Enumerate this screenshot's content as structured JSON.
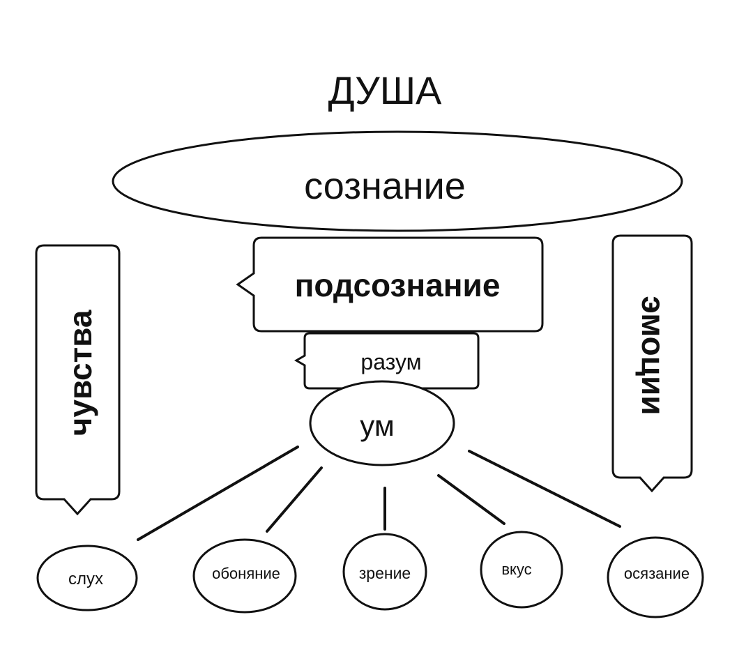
{
  "title": "ДУША",
  "consciousness": "сознание",
  "subconscious": "подсознание",
  "reason": "разум",
  "mind": "ум",
  "feelings": "чувства",
  "emotions": "эмоции",
  "senses": {
    "hearing": "слух",
    "smell": "обоняние",
    "sight": "зрение",
    "taste": "вкус",
    "touch": "осязание"
  }
}
